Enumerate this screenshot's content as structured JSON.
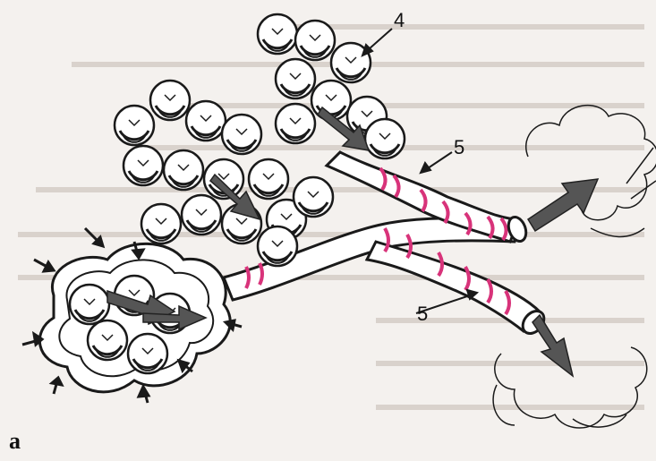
{
  "labels": {
    "alveoli_cluster": "4",
    "airway_upper": "5",
    "airway_lower": "5",
    "panel": "а"
  },
  "colors": {
    "background": "#f4f1ee",
    "ink": "#1a1a1a",
    "muscle_bands": "#d8337a",
    "arrow_fill": "#555555"
  },
  "icons": [
    "alveolus-cluster-icon",
    "bronchiole-tube-icon",
    "airflow-arrow-icon",
    "exhaled-air-cloud-icon"
  ]
}
